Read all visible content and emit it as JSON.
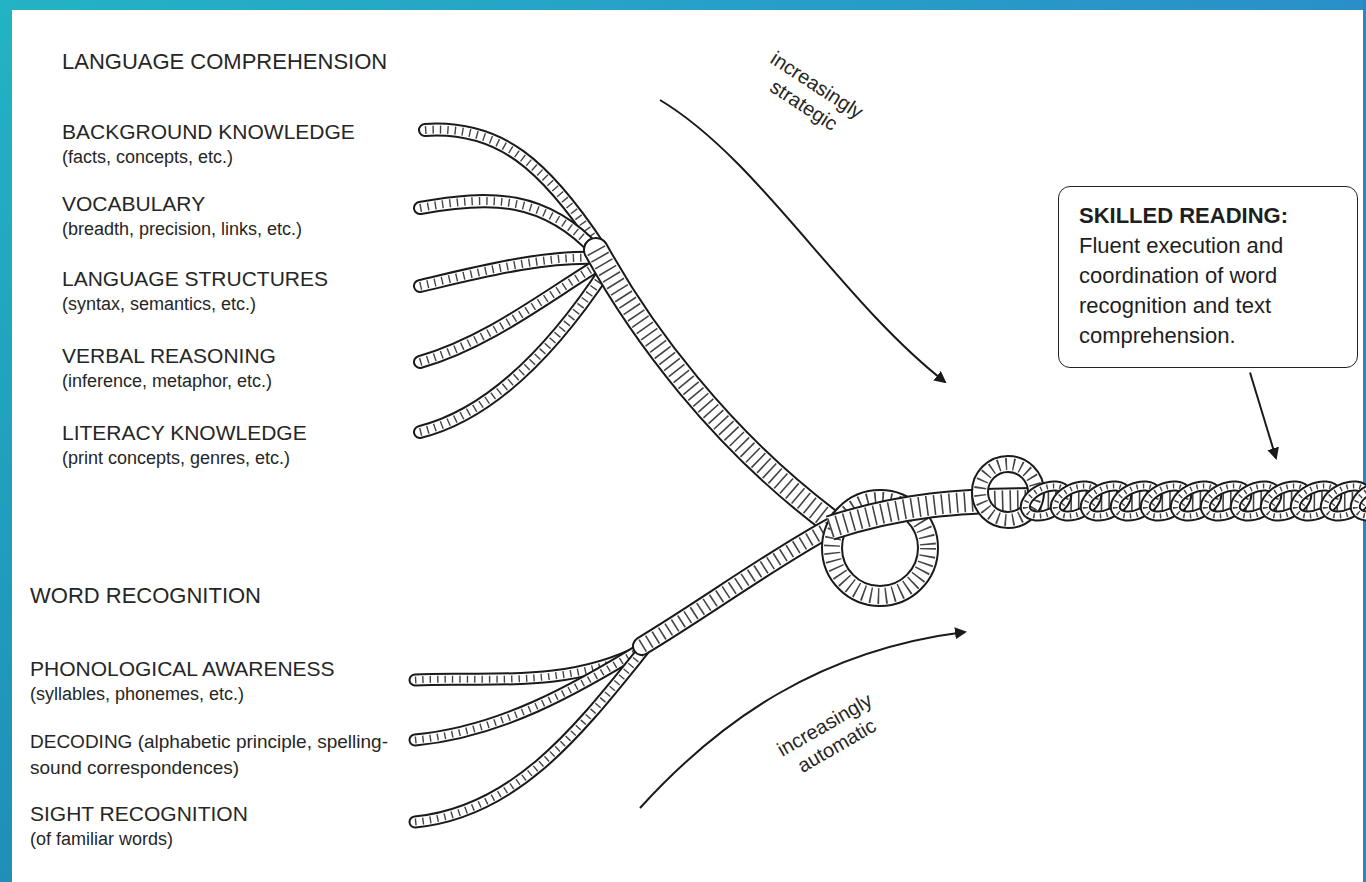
{
  "diagram": {
    "nodes": [
      {
        "text": [
          "SKILLED READING:",
          "Fluent execution and coordination of word recognition and text comprehension."
        ]
      }
    ],
    "labels": [
      "LANGUAGE COMPREHENSION",
      "BACKGROUND KNOWLEDGE",
      "(facts, concepts, etc.)",
      "VOCABULARY",
      "(breadth, precision, links, etc.)",
      "LANGUAGE STRUCTURES",
      "(syntax, semantics, etc.)",
      "VERBAL REASONING",
      "(inference, metaphor, etc.)",
      "LITERACY KNOWLEDGE",
      "(print concepts, genres, etc.)",
      "WORD RECOGNITION",
      "PHONOLOGICAL AWARENESS",
      "(syllables, phonemes, etc.)",
      "DECODING (alphabetic principle, spelling-sound correspondences)",
      "SIGHT RECOGNITION",
      "(of familiar words)",
      "increasingly strategic",
      "increasingly automatic"
    ]
  }
}
